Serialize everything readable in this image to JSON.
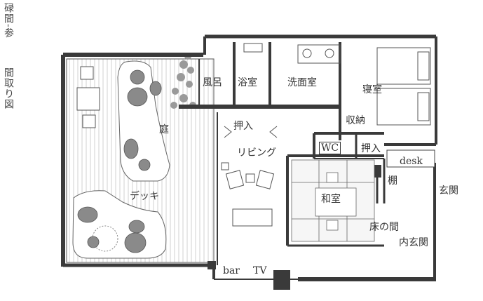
{
  "title_line1": "碌間-参",
  "title_line2": "間取り図",
  "rooms": {
    "bath_tub": "風呂",
    "bathroom": "浴室",
    "washroom": "洗面室",
    "bedroom": "寝室",
    "storage": "収納",
    "closet_top": "押入",
    "garden": "庭",
    "living": "リビング",
    "wc": "WC",
    "closet_right": "押入",
    "desk": "desk",
    "shelf": "棚",
    "entrance": "玄関",
    "deck": "デッキ",
    "japanese_room": "和室",
    "tokonoma": "床の間",
    "inner_entrance": "内玄関",
    "bar": "bar",
    "tv": "TV"
  },
  "colors": {
    "wall": "#3a3a3a",
    "deck_lines": "#bdbdbd",
    "rock": "#8a8a8a",
    "tatami": "#f4f4f4"
  }
}
